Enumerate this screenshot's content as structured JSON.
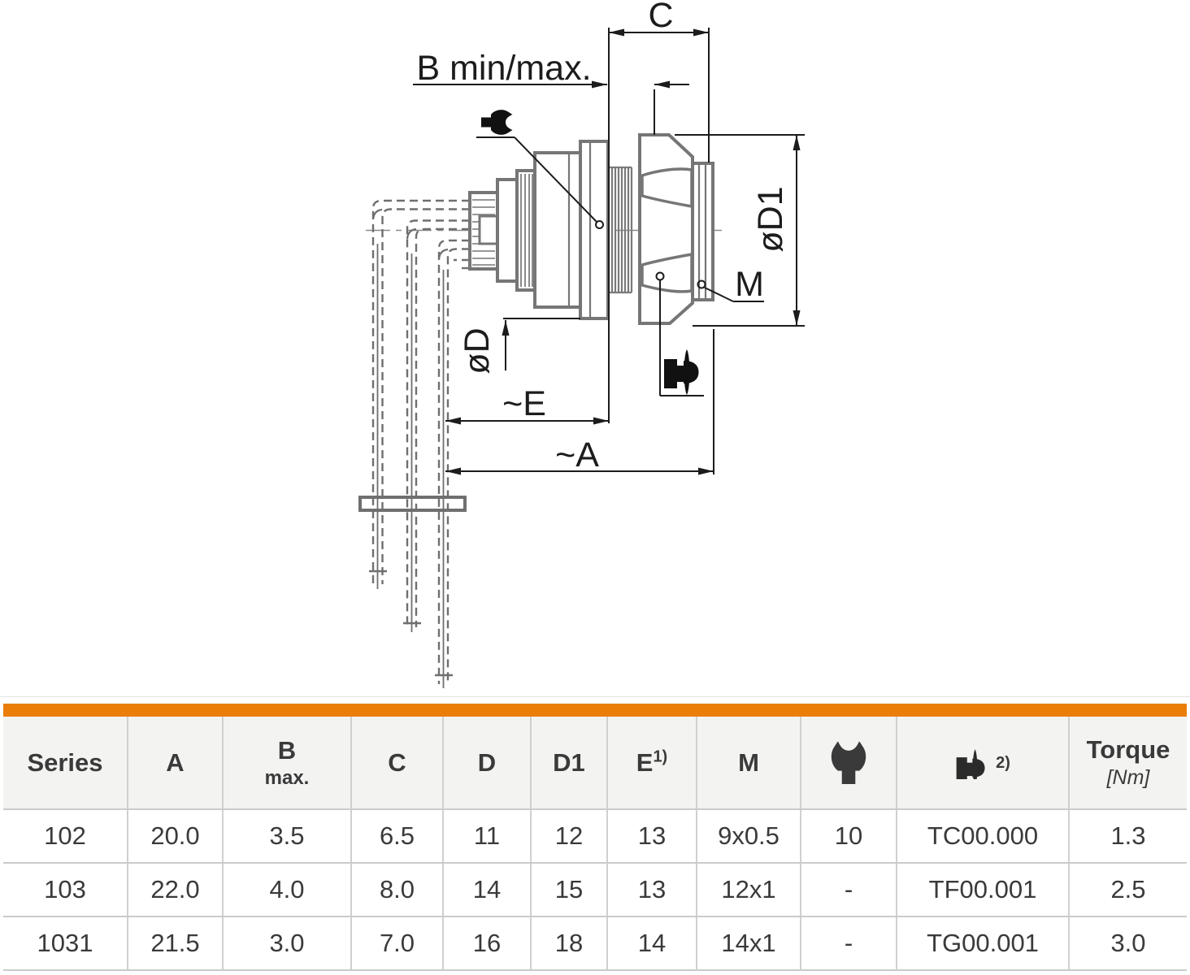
{
  "colors": {
    "accent_orange": "#EA7E08",
    "table_text": "#3a3a3a",
    "grid_line": "#cccccc",
    "header_bg": "#f3f3f2",
    "drawing_body_gray": "#767676",
    "dimension_black": "#1c1c1c"
  },
  "drawing": {
    "labels": {
      "b": "B min/max.",
      "c": "C",
      "d1": "øD1",
      "m": "M",
      "d": "øD",
      "e": "~E",
      "a": "~A"
    },
    "icons": [
      "wrench-icon",
      "mounting-tool-icon"
    ]
  },
  "table": {
    "headers": {
      "series": "Series",
      "a": "A",
      "b": "B",
      "b_sub": "max.",
      "c": "C",
      "d": "D",
      "d1": "D1",
      "e": "E",
      "e_sup": "1)",
      "m": "M",
      "tool_sup": "2)",
      "torque": "Torque",
      "torque_unit": "[Nm]"
    },
    "rows": [
      {
        "series": "102",
        "a": "20.0",
        "b": "3.5",
        "c": "6.5",
        "d": "11",
        "d1": "12",
        "e": "13",
        "m": "9x0.5",
        "wrench": "10",
        "tool": "TC00.000",
        "torque": "1.3"
      },
      {
        "series": "103",
        "a": "22.0",
        "b": "4.0",
        "c": "8.0",
        "d": "14",
        "d1": "15",
        "e": "13",
        "m": "12x1",
        "wrench": "-",
        "tool": "TF00.001",
        "torque": "2.5"
      },
      {
        "series": "1031",
        "a": "21.5",
        "b": "3.0",
        "c": "7.0",
        "d": "16",
        "d1": "18",
        "e": "14",
        "m": "14x1",
        "wrench": "-",
        "tool": "TG00.001",
        "torque": "3.0"
      }
    ]
  }
}
